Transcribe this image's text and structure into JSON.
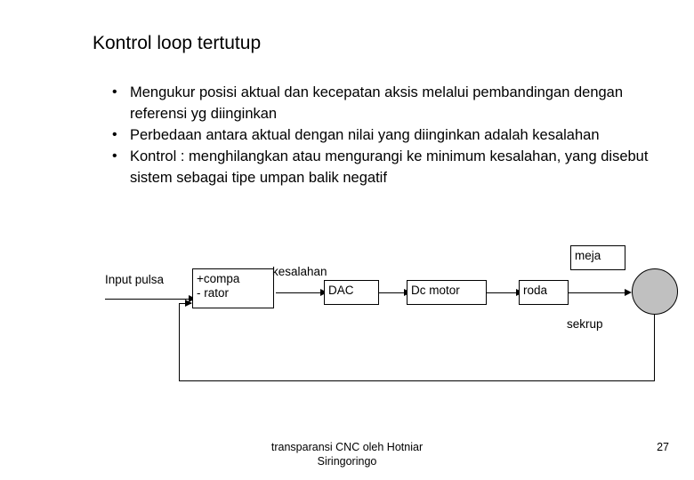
{
  "slide": {
    "title": "Kontrol loop tertutup",
    "bullets": [
      "Mengukur posisi aktual dan kecepatan aksis melalui pembandingan dengan  referensi yg diinginkan",
      "Perbedaan antara aktual dengan nilai yang diinginkan adalah kesalahan",
      "Kontrol : menghilangkan atau mengurangi ke minimum kesalahan, yang disebut sistem sebagai tipe umpan balik negatif"
    ],
    "bullet_marker": "•"
  },
  "diagram": {
    "type": "block-diagram",
    "nodes": [
      {
        "id": "input",
        "label": "Input pulsa",
        "shape": "text"
      },
      {
        "id": "comparator",
        "label": "+compa - rator",
        "label_line1": "+compa",
        "label_line2": "- rator",
        "shape": "box"
      },
      {
        "id": "dac",
        "label": "DAC",
        "shape": "box"
      },
      {
        "id": "motor",
        "label": "Dc motor",
        "shape": "box"
      },
      {
        "id": "roda",
        "label": "roda",
        "shape": "box"
      },
      {
        "id": "meja",
        "label": "meja",
        "shape": "box"
      },
      {
        "id": "sekrup",
        "label": "sekrup",
        "shape": "text"
      },
      {
        "id": "encoder",
        "label": "",
        "shape": "ellipse",
        "color": "#c0c0c0"
      }
    ],
    "edge_labels": [
      {
        "id": "error",
        "label": "kesalahan"
      }
    ],
    "feedback_label": ""
  },
  "footer": {
    "line1": "transparansi CNC oleh Hotniar",
    "line2": "Siringoringo",
    "page_number": "27"
  },
  "colors": {
    "text": "#000000",
    "background": "#ffffff",
    "ellipse_fill": "#c0c0c0",
    "stroke": "#000000"
  }
}
